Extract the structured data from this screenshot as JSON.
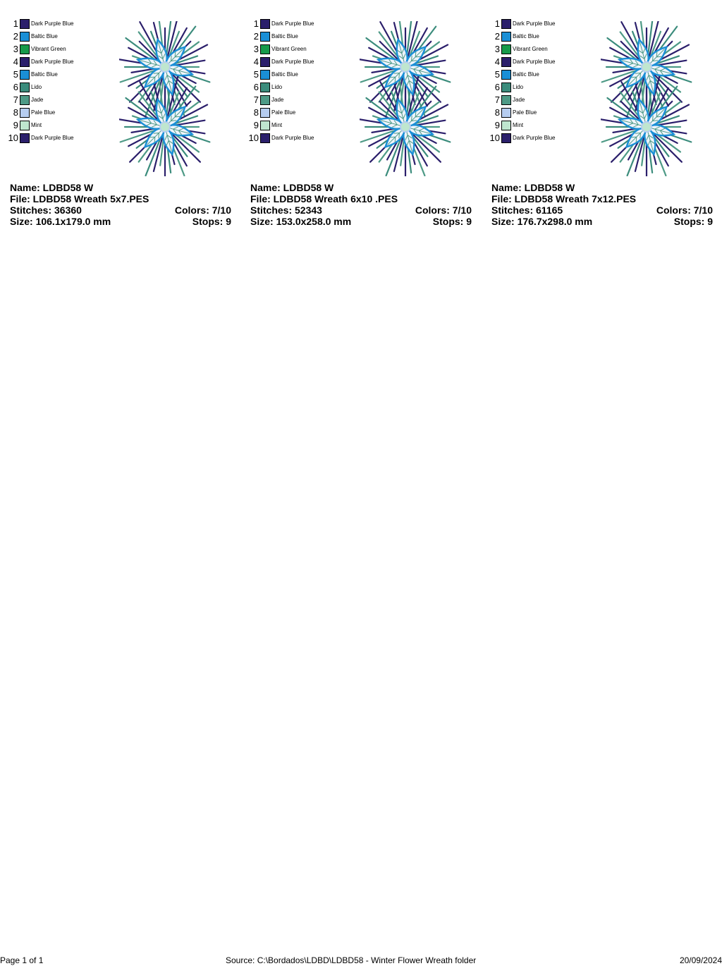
{
  "cards": [
    {
      "name_line": "Name: LDBD58 W",
      "file_line": "File: LDBD58 Wreath 5x7.PES",
      "stitches_line": "Stitches: 36360",
      "colors_line": "Colors: 7/10",
      "size_line": "Size: 106.1x179.0 mm",
      "stops_line": "Stops: 9"
    },
    {
      "name_line": "Name: LDBD58 W",
      "file_line": "File: LDBD58 Wreath 6x10 .PES",
      "stitches_line": "Stitches: 52343",
      "colors_line": "Colors: 7/10",
      "size_line": "Size: 153.0x258.0 mm",
      "stops_line": "Stops: 9"
    },
    {
      "name_line": "Name: LDBD58 W",
      "file_line": "File: LDBD58 Wreath 7x12.PES",
      "stitches_line": "Stitches: 61165",
      "colors_line": "Colors: 7/10",
      "size_line": "Size: 176.7x298.0 mm",
      "stops_line": "Stops: 9"
    }
  ],
  "thread_colors": [
    {
      "num": "1",
      "name": "Dark Purple Blue",
      "hex": "#2b1f6b"
    },
    {
      "num": "2",
      "name": "Baltic Blue",
      "hex": "#1a8fd6"
    },
    {
      "num": "3",
      "name": "Vibrant Green",
      "hex": "#179a4a"
    },
    {
      "num": "4",
      "name": "Dark Purple Blue",
      "hex": "#2b1f6b"
    },
    {
      "num": "5",
      "name": "Baltic Blue",
      "hex": "#1a8fd6"
    },
    {
      "num": "6",
      "name": "Lido",
      "hex": "#3b8c7c"
    },
    {
      "num": "7",
      "name": "Jade",
      "hex": "#4e9a86"
    },
    {
      "num": "8",
      "name": "Pale Blue",
      "hex": "#b6cdf0"
    },
    {
      "num": "9",
      "name": "Mint",
      "hex": "#bfe6cf"
    },
    {
      "num": "10",
      "name": "Dark Purple Blue",
      "hex": "#2b1f6b"
    }
  ],
  "footer": {
    "page": "Page 1 of 1",
    "source": "Source: C:\\Bordados\\LDBD\\LDBD58 - Winter Flower Wreath folder",
    "date": "20/09/2024"
  }
}
